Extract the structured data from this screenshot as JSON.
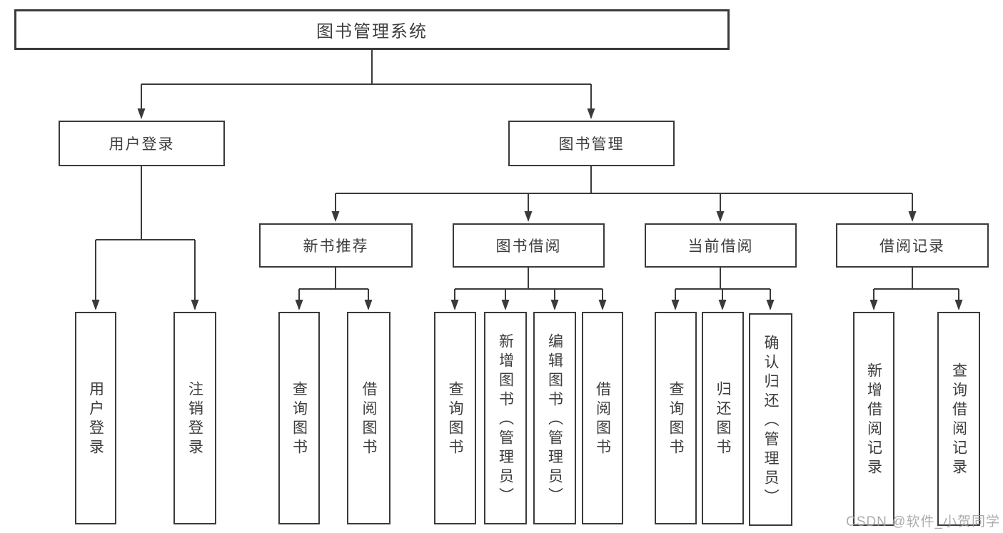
{
  "nodes": {
    "root": "图书管理系统",
    "user_login": "用户登录",
    "book_mgmt": "图书管理",
    "new_book_rec": "新书推荐",
    "book_borrow": "图书借阅",
    "current_borrow": "当前借阅",
    "borrow_records": "借阅记录",
    "leaf_user_login": "用户登录",
    "leaf_logout": "注销登录",
    "leaf_query_book_rec": "查询图书",
    "leaf_borrow_book_rec": "借阅图书",
    "leaf_query_book_borrow": "查询图书",
    "leaf_add_book_admin": "新增图书（管理员）",
    "leaf_edit_book_admin": "编辑图书（管理员）",
    "leaf_borrow_book_borrow": "借阅图书",
    "leaf_query_book_current": "查询图书",
    "leaf_return_book": "归还图书",
    "leaf_confirm_return_admin": "确认归还（管理员）",
    "leaf_add_borrow_record": "新增借阅记录",
    "leaf_query_borrow_record": "查询借阅记录"
  },
  "watermark": {
    "text": "CSDN @软件_小贺同学"
  },
  "colors": {
    "line": "#3a3a3a",
    "box_border": "#3a3a3a",
    "text": "#3d3d3d",
    "watermark": "#9e9e9e",
    "background": "#ffffff"
  }
}
